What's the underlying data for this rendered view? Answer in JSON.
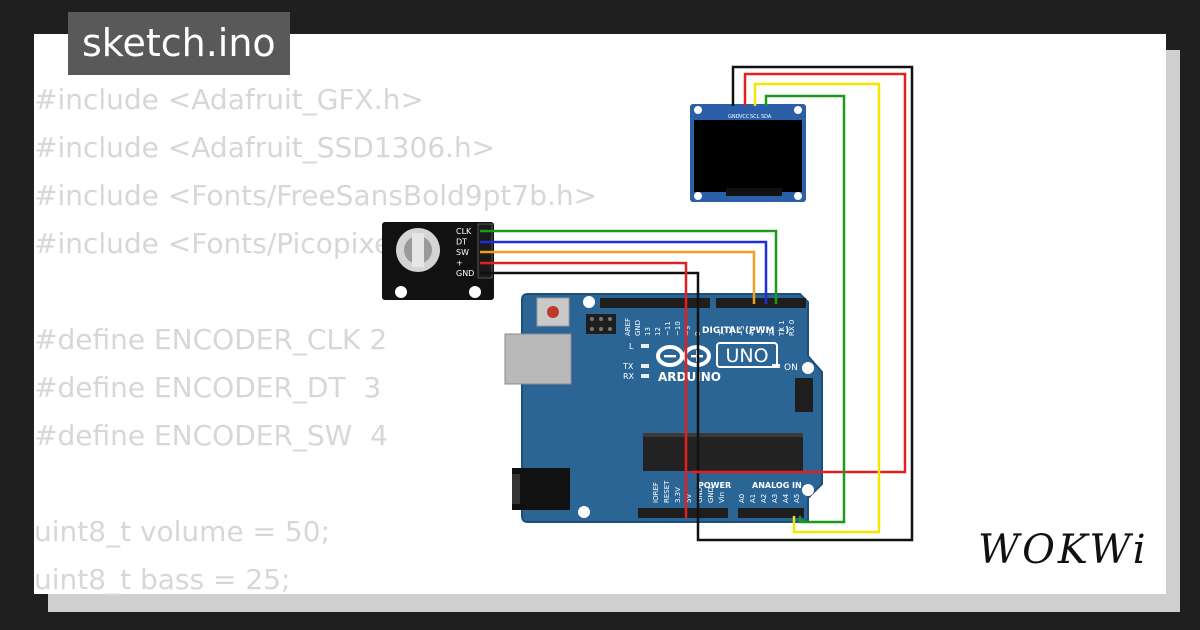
{
  "window": {
    "title": "sketch.ino"
  },
  "code_lines": [
    "#include <Adafruit_GFX.h>",
    "#include <Adafruit_SSD1306.h>",
    "#include <Fonts/FreeSansBold9pt7b.h>",
    "#include <Fonts/Picopixel.h>",
    "",
    "#define ENCODER_CLK 2",
    "#define ENCODER_DT  3",
    "#define ENCODER_SW  4",
    "",
    "uint8_t volume = 50;",
    "uint8_t bass = 25;"
  ],
  "encoder": {
    "pins": [
      "CLK",
      "DT",
      "SW",
      "+",
      "GND"
    ]
  },
  "oled": {
    "pins": [
      "GND",
      "VCC",
      "SCL",
      "SDA"
    ]
  },
  "arduino": {
    "logo_text": "ARDUINO",
    "model": "UNO",
    "on_label": "ON",
    "l_label": "L",
    "tx_label": "TX",
    "rx_label": "RX",
    "digital_label": "DIGITAL (PWM ~)",
    "power_label": "POWER",
    "analog_label": "ANALOG IN",
    "top_pins": [
      "AREF",
      "GND",
      "13",
      "12",
      "~11",
      "~10",
      "~9",
      "8",
      "7",
      "~6",
      "~5",
      "4",
      "~3",
      "2",
      "TX 1",
      "RX 0"
    ],
    "power_pins": [
      "IOREF",
      "RESET",
      "3.3V",
      "5V",
      "GND",
      "GND",
      "Vin"
    ],
    "analog_pins": [
      "A0",
      "A1",
      "A2",
      "A3",
      "A4",
      "A5"
    ]
  },
  "brand": "WOKWi",
  "wire_colors": {
    "black": "#111111",
    "red": "#e32020",
    "yellow": "#f5e600",
    "green": "#1a9a1a",
    "blue": "#1f2fd8",
    "orange": "#f0a020"
  }
}
